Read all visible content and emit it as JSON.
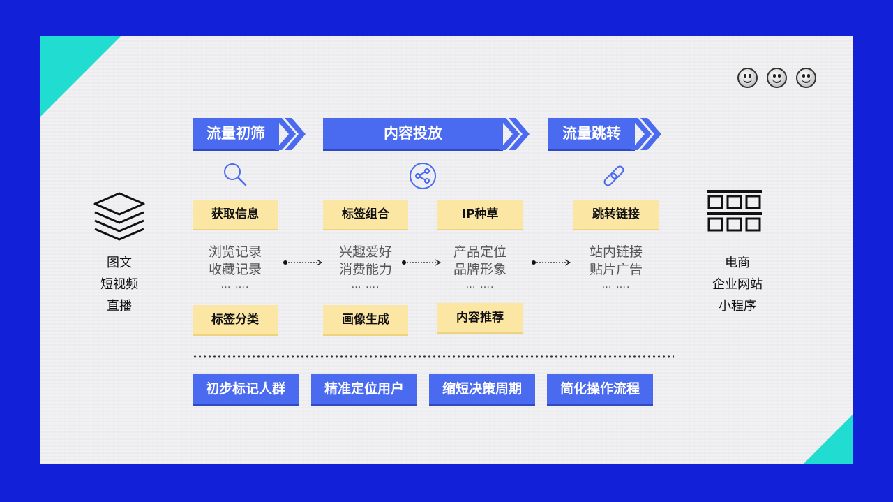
{
  "stages": [
    {
      "title": "流量初筛",
      "icon": "search-icon"
    },
    {
      "title": "内容投放",
      "icon": "share-icon"
    },
    {
      "title": "流量跳转",
      "icon": "link-icon"
    }
  ],
  "tags_top": [
    "获取信息",
    "标签组合",
    "IP种草",
    "跳转链接"
  ],
  "tags_bottom": [
    "标签分类",
    "画像生成",
    "内容推荐"
  ],
  "columns": [
    {
      "line1": "浏览记录",
      "line2": "收藏记录",
      "dots": "… …."
    },
    {
      "line1": "兴趣爱好",
      "line2": "消费能力",
      "dots": "… …."
    },
    {
      "line1": "产品定位",
      "line2": "品牌形象",
      "dots": "… …."
    },
    {
      "line1": "站内链接",
      "line2": "贴片广告",
      "dots": "… …."
    }
  ],
  "left": {
    "icon": "layers-icon",
    "items": [
      "图文",
      "短视频",
      "直播"
    ]
  },
  "right": {
    "icon": "grid-icon",
    "items": [
      "电商",
      "企业网站",
      "小程序"
    ]
  },
  "benefits": [
    "初步标记人群",
    "精准定位用户",
    "缩短决策周期",
    "简化操作流程"
  ],
  "colors": {
    "background": "#1220d8",
    "accent": "#21dcd0",
    "banner": "#4a6af0",
    "tag": "#fbe6a4"
  }
}
